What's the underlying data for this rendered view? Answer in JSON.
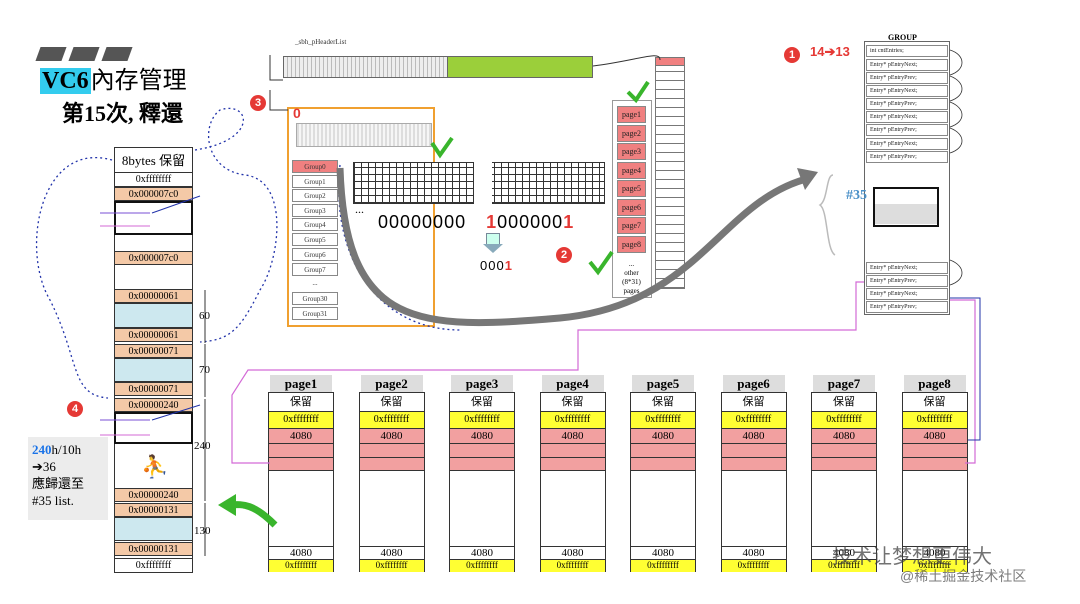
{
  "header": {
    "title_badge": "VC6",
    "title_rest": "內存管理",
    "subtitle": "第15次, 釋還"
  },
  "badges": {
    "b1": "1",
    "b2": "2",
    "b3": "3",
    "b4": "4"
  },
  "block": {
    "head": "8bytes 保留",
    "rows": [
      "0xffffffff",
      "0x000007c0",
      "0x000007c0",
      "0x00000061",
      "0x00000061",
      "0x00000071",
      "0x00000071",
      "0x00000240",
      "0x00000240",
      "0x00000131",
      "0x00000131",
      "0xffffffff"
    ],
    "sizes": [
      "60",
      "70",
      "240",
      "130"
    ]
  },
  "note": {
    "l1_hl": "240",
    "l1_rest": "h/10h",
    "l2": "➔36",
    "l3": "應歸還至",
    "l4": "#35 list."
  },
  "group_top": {
    "header_label": "_sbh_pHeaderList",
    "mark0": "0",
    "groups": [
      "Group0",
      "Group1",
      "Group2",
      "Group3",
      "Group4",
      "Group5",
      "Group6",
      "Group7",
      "...",
      "Group30",
      "Group31"
    ]
  },
  "bits": {
    "ellipsis": "...",
    "zeros": "00000000",
    "one": "1",
    "mid": "000000",
    "one2": "1",
    "result_prefix": "000",
    "result_one": "1"
  },
  "pagecol": {
    "pages": [
      "page1",
      "page2",
      "page3",
      "page4",
      "page5",
      "page6",
      "page7",
      "page8"
    ],
    "other": "...\nother\n(8*31)\npages"
  },
  "group_box": {
    "title": "GROUP",
    "count": "14➔13",
    "first": "int  cntEntries;",
    "entry_next": "Entry*   pEntryNext;",
    "entry_prev": "Entry*   pEntryPrev;",
    "label35": "#35"
  },
  "pages": {
    "titles": [
      "page1",
      "page2",
      "page3",
      "page4",
      "page5",
      "page6",
      "page7",
      "page8"
    ],
    "reserve": "保留",
    "ffff": "0xffffffff",
    "val": "4080"
  },
  "watermark": {
    "line1": "技术让梦想更伟大",
    "line2": "@稀土掘金技术社区"
  }
}
